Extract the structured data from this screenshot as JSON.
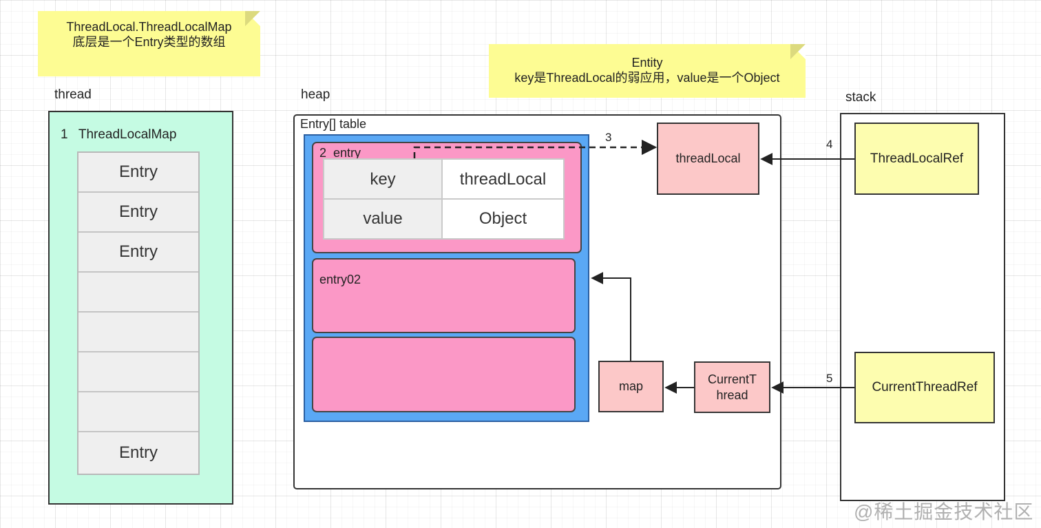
{
  "notes": {
    "map_note": {
      "line1": "ThreadLocal.ThreadLocalMap",
      "line2": "底层是一个Entry类型的数组"
    },
    "entity_note": {
      "line1": "Entity",
      "line2": "key是ThreadLocal的弱应用，value是一个Object"
    }
  },
  "sections": {
    "thread": "thread",
    "heap": "heap",
    "stack": "stack"
  },
  "thread_map": {
    "number": "1",
    "title": "ThreadLocalMap",
    "slots": [
      "Entry",
      "Entry",
      "Entry",
      "",
      "",
      "",
      "",
      "Entry"
    ]
  },
  "heap": {
    "table_label": "Entry[] table",
    "entry1": {
      "label": "2  entry",
      "rows": [
        {
          "key": "key",
          "value": "threadLocal"
        },
        {
          "key": "value",
          "value": "Object"
        }
      ]
    },
    "entry2": {
      "label": "entry02"
    },
    "entry3": {
      "label": ""
    },
    "thread_local": "threadLocal",
    "map": "map",
    "current_thread": {
      "line1": "CurrentT",
      "line2": "hread"
    }
  },
  "stack": {
    "thread_local_ref": "ThreadLocalRef",
    "current_thread_ref": "CurrentThreadRef"
  },
  "edge_labels": {
    "e3": "3",
    "e4": "4",
    "e5": "5"
  },
  "watermark": "@稀土掘金技术社区",
  "colors": {
    "thread_fill": "#c5fbe3",
    "table_fill": "#5aa8f5",
    "entry_fill": "#fb98c6",
    "object_fill": "#fcc8c8",
    "ref_fill": "#fdfdaf",
    "note_fill": "#fdfc93"
  }
}
